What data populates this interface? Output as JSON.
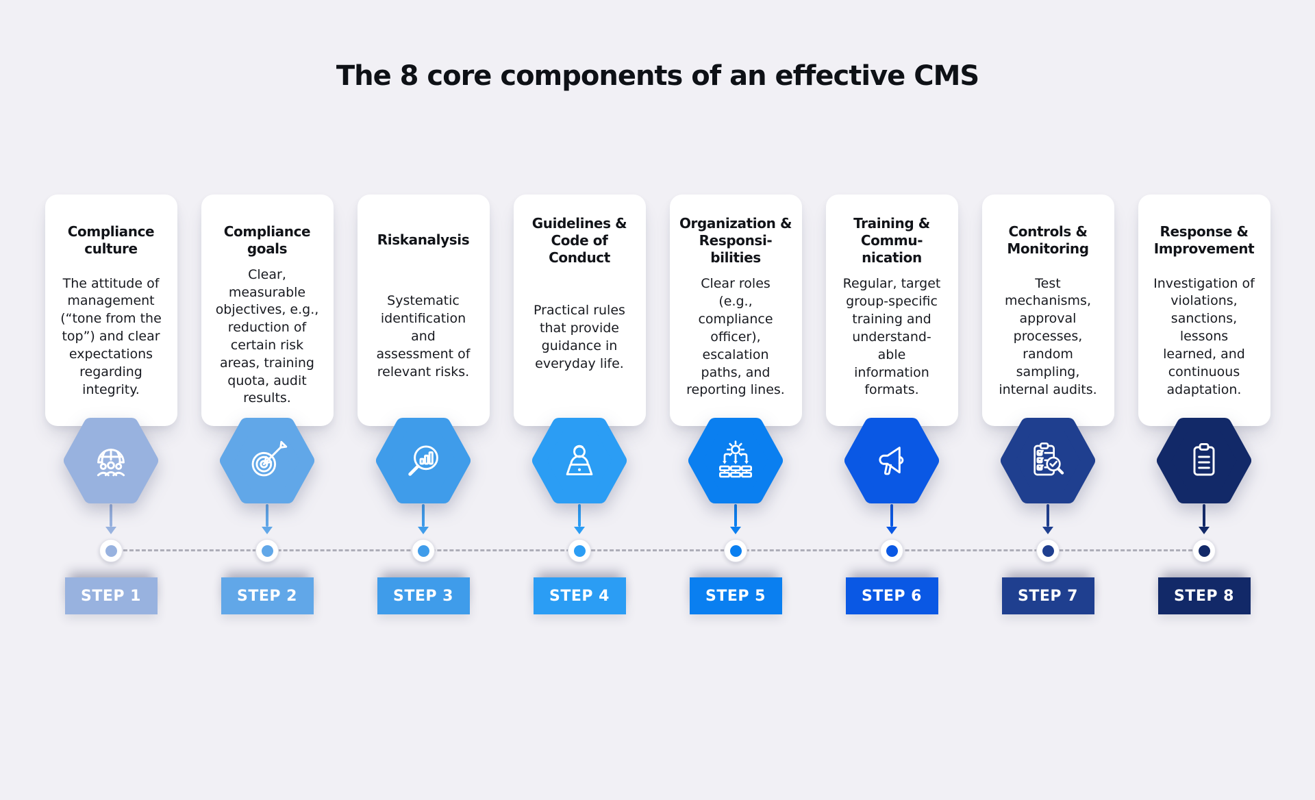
{
  "page": {
    "title": "The 8 core components of an effective CMS",
    "background": "#f1f0f5"
  },
  "timeline": {
    "line_color": "#aeaeb8",
    "dot_ring_color": "#ffffff"
  },
  "steps": [
    {
      "label": "STEP 1",
      "title": "Compliance\nculture",
      "description": "The attitude of\nmanagement\n(“tone from the\ntop”) and clear\nexpectations\nregarding\nintegrity.",
      "color": "#98b2df",
      "icon": "community-globe-icon"
    },
    {
      "label": "STEP 2",
      "title": "Compliance\ngoals",
      "description": "Clear,\nmeasurable\nobjectives, e.g.,\nreduction of\ncertain risk\nareas, training\nquota, audit\nresults.",
      "color": "#61a7e8",
      "icon": "target-arrow-icon"
    },
    {
      "label": "STEP 3",
      "title": "Riskanalysis",
      "description": "Systematic\nidentification\nand\nassessment of\nrelevant risks.",
      "color": "#3f9cea",
      "icon": "magnifier-chart-icon"
    },
    {
      "label": "STEP 4",
      "title": "Guidelines &\nCode of\nConduct",
      "description": "Practical rules\nthat provide\nguidance in\neveryday life.",
      "color": "#2b9df4",
      "icon": "person-laptop-icon"
    },
    {
      "label": "STEP 5",
      "title": "Organization &\nResponsi-\nbilities",
      "description": "Clear roles\n(e.g.,\ncompliance\nofficer),\nescalation\npaths, and\nreporting lines.",
      "color": "#0a7ff0",
      "icon": "gear-hierarchy-icon"
    },
    {
      "label": "STEP 6",
      "title": "Training &\nCommu-\nnication",
      "description": "Regular, target\ngroup-specific\ntraining and\nunderstand-\nable\ninformation\nformats.",
      "color": "#0a58e4",
      "icon": "megaphone-icon"
    },
    {
      "label": "STEP 7",
      "title": "Controls &\nMonitoring",
      "description": "Test\nmechanisms,\napproval\nprocesses,\nrandom\nsampling,\ninternal audits.",
      "color": "#1f3f8f",
      "icon": "checklist-audit-icon"
    },
    {
      "label": "STEP 8",
      "title": "Response &\nImprovement",
      "description": "Investigation of\nviolations,\nsanctions,\nlessons\nlearned, and\ncontinuous\nadaptation.",
      "color": "#122968",
      "icon": "clipboard-icon"
    }
  ]
}
